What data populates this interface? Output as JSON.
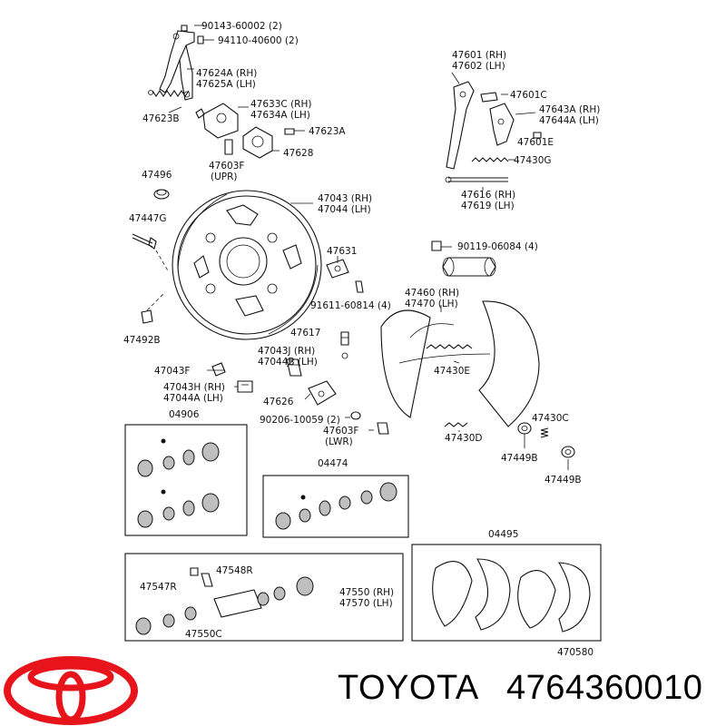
{
  "brand": {
    "name": "TOYOTA",
    "part_number": "4764360010",
    "logo_color": "#e8141c"
  },
  "diagram": {
    "callouts": [
      "90143-60002 (2)",
      "94110-40600 (2)",
      "47624A (RH)",
      "47625A (LH)",
      "47623B",
      "47633C (RH)",
      "47634A (LH)",
      "47623A",
      "47628",
      "47603F",
      "(UPR)",
      "47496",
      "47043 (RH)",
      "47044 (LH)",
      "47447G",
      "47631",
      "91611-60814 (4)",
      "47492B",
      "47617",
      "47043J (RH)",
      "47044B (LH)",
      "47043F",
      "47043H (RH)",
      "47044A (LH)",
      "47626",
      "90206-10059 (2)",
      "47603F",
      "(LWR)",
      "47601 (RH)",
      "47602 (LH)",
      "47601C",
      "47643A (RH)",
      "47644A (LH)",
      "47601E",
      "47430G",
      "47616 (RH)",
      "47619 (LH)",
      "90119-06084 (4)",
      "47460 (RH)",
      "47470 (LH)",
      "47430E",
      "47430D",
      "47430C",
      "47449B",
      "47449B"
    ],
    "kits": [
      {
        "code": "04906"
      },
      {
        "code": "04474"
      },
      {
        "code": "04495",
        "ref": "470580"
      }
    ],
    "wheel_cylinder_kit": [
      "47548R",
      "47547R",
      "47550 (RH)",
      "47570 (LH)",
      "47550C"
    ]
  }
}
